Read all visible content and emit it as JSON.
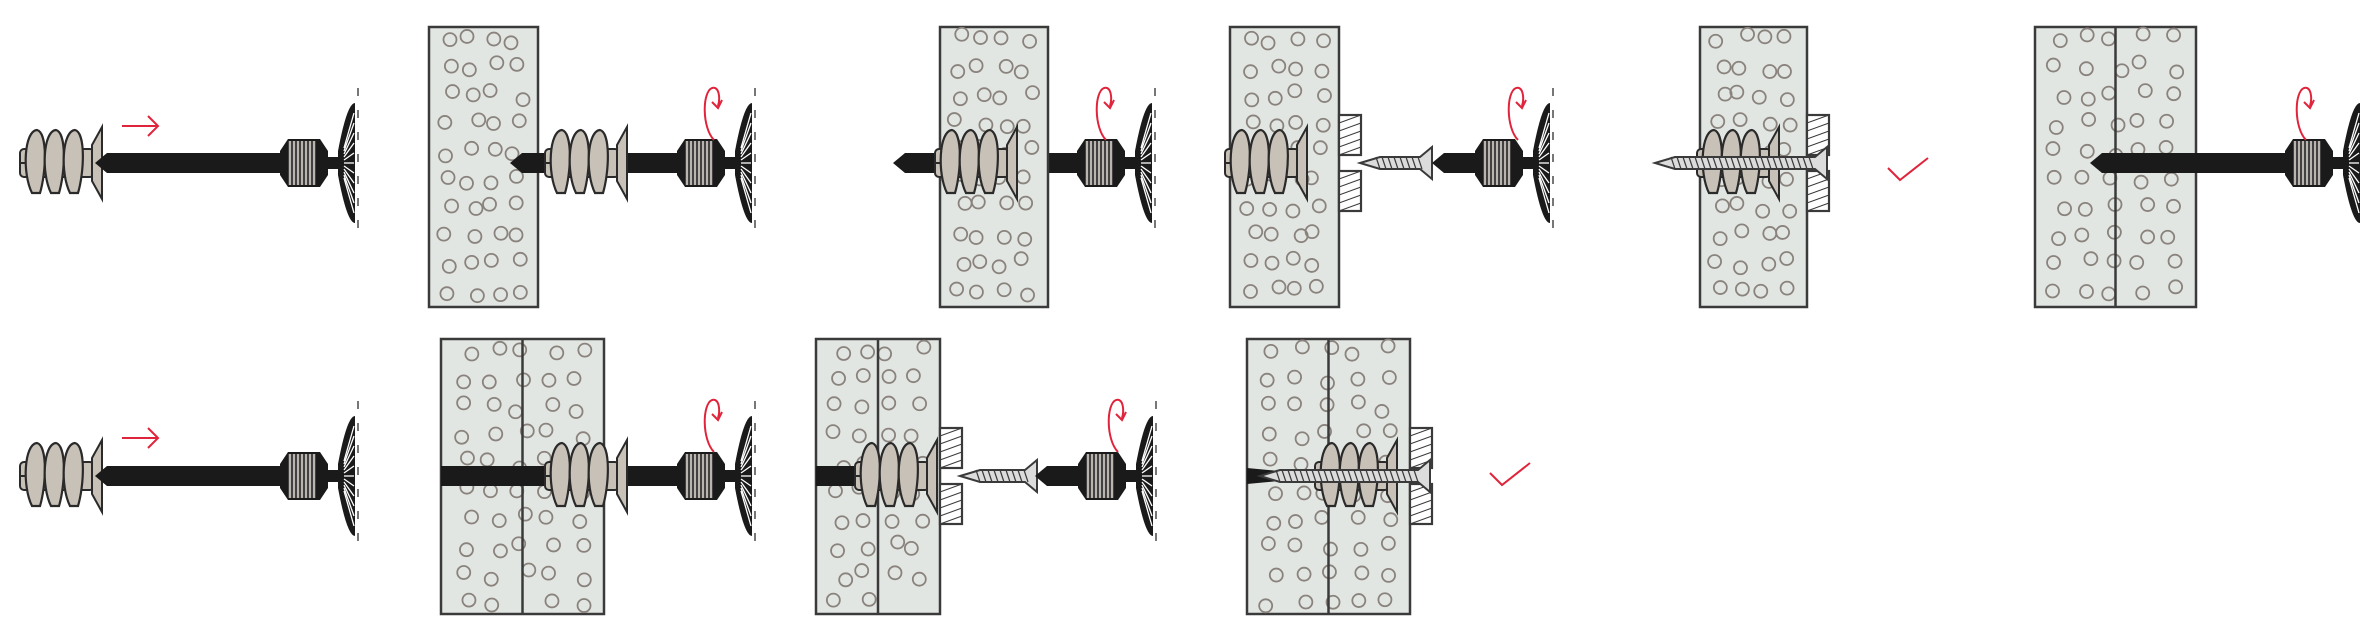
{
  "colors": {
    "wall_fill": "#e2e6e3",
    "wall_stroke": "#3a3a3a",
    "dot_stroke": "#8a827c",
    "dowel_fill": "#c8c1b7",
    "dowel_stroke": "#2a2a2a",
    "bit": "#1b1a1b",
    "collar": "#b9b4ae",
    "screw": "#dcdcdc",
    "accent_red": "#e0243b"
  },
  "rows": [
    {
      "steps": [
        "dowel-and-driver-push",
        "drive-into-single-board",
        "dowel-seated-single-board",
        "insert-screw-single-board",
        "done-single-board",
        "drive-into-double-board"
      ]
    },
    {
      "steps": [
        "dowel-and-driver-push",
        "drive-into-double-board",
        "insert-screw-double-board",
        "done-double-board"
      ]
    }
  ]
}
